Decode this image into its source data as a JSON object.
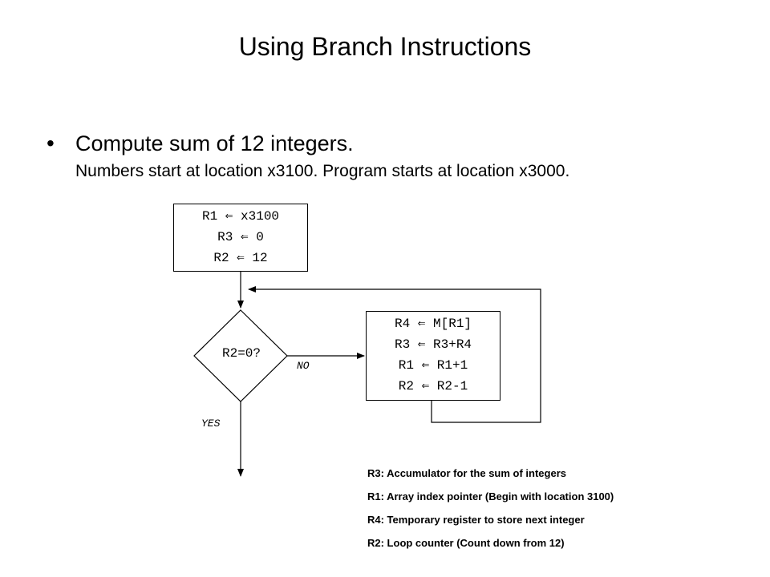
{
  "title": "Using Branch Instructions",
  "bullet": {
    "main": "Compute sum of 12 integers.",
    "sub": "Numbers start at location x3100.  Program starts at location x3000."
  },
  "flowchart": {
    "init_box": [
      "R1 ⇐ x3100",
      "R3 ⇐ 0",
      "R2 ⇐ 12"
    ],
    "decision": "R2=0?",
    "no_label": "NO",
    "yes_label": "YES",
    "loop_box": [
      "R4 ⇐ M[R1]",
      "R3 ⇐ R3+R4",
      "R1 ⇐ R1+1",
      "R2 ⇐ R2-1"
    ]
  },
  "legend": [
    "R3:  Accumulator for the sum of integers",
    "R1:  Array index pointer (Begin with location 3100)",
    "R4:  Temporary register to store next integer",
    "R2:  Loop counter (Count down from 12)"
  ]
}
